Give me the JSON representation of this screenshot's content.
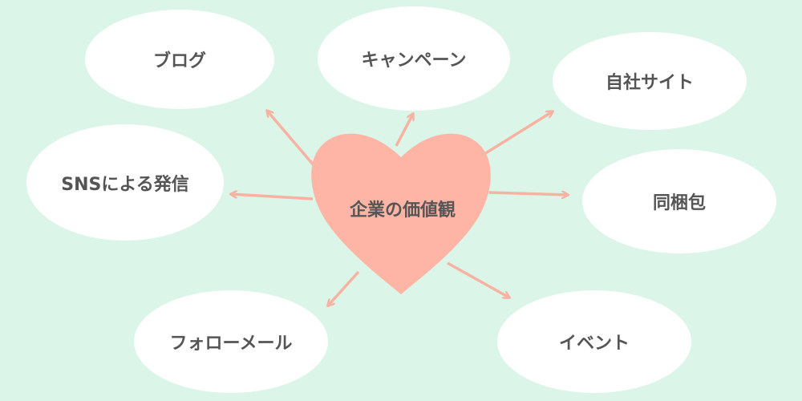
{
  "center": {
    "label": "企業の価値観"
  },
  "nodes": {
    "blog": "ブログ",
    "campaign": "キャンペーン",
    "own_site": "自社サイト",
    "sns": "SNSによる発信",
    "enclosure": "同梱包",
    "follow_mail": "フォローメール",
    "event": "イベント"
  },
  "colors": {
    "background": "#dcf5e9",
    "heart": "#ffb5a6",
    "arrow": "#f7b3a2",
    "bubble": "#ffffff",
    "text": "#555555"
  }
}
